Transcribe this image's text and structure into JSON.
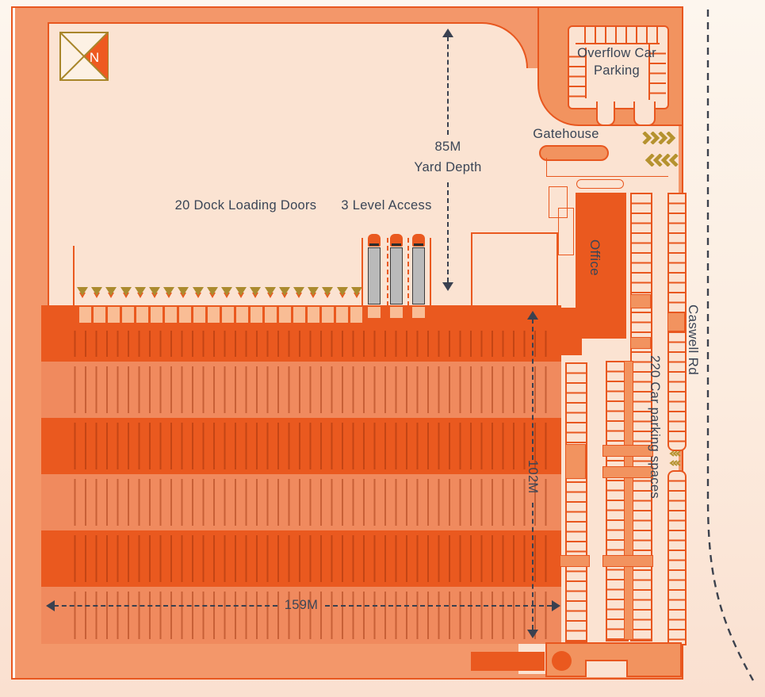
{
  "site": {
    "compass_label": "N",
    "labels": {
      "dock_doors": "20 Dock Loading Doors",
      "level_access": "3 Level Access",
      "yard_value": "85M",
      "yard_caption": "Yard Depth",
      "gatehouse": "Gatehouse",
      "overflow": "Overflow Car Parking",
      "office": "Office",
      "car_parking": "220 Car parking spaces",
      "road": "Caswell Rd",
      "depth_dim": "102M",
      "width_dim": "159M"
    },
    "counts": {
      "dock_doors": 20,
      "level_access_trucks": 3
    },
    "colors": {
      "accent_orange": "#e8571f",
      "building_orange": "#ea591f",
      "medium_orange": "#f2935f",
      "ground_orange": "#f3976a",
      "light_band": "#f08a5e",
      "cream": "#fbe3d2",
      "gold": "#ab8b2e",
      "truck_gray": "#bababa",
      "text": "#3a4556"
    }
  }
}
